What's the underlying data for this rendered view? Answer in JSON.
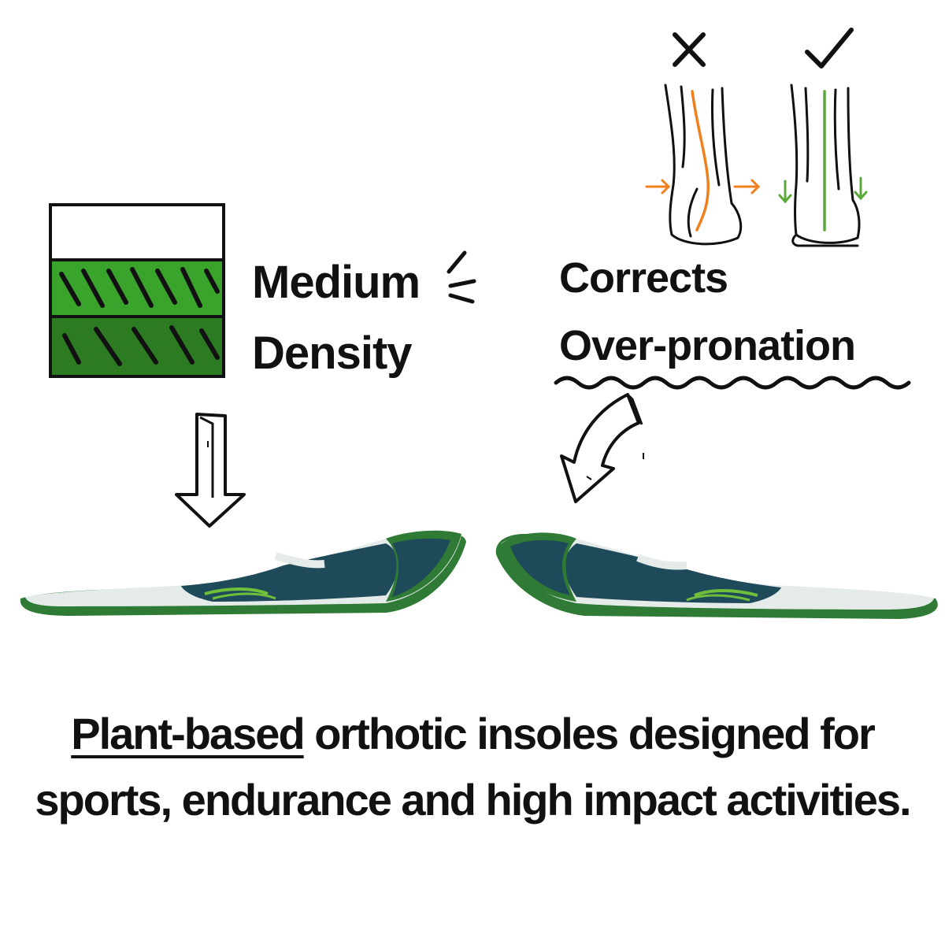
{
  "density": {
    "line1": "Medium",
    "line2": "Density",
    "colors": {
      "top_layer": "#ffffff",
      "middle_layer": "#3aa32c",
      "bottom_layer": "#2c7a22"
    }
  },
  "pronation": {
    "line1": "Corrects",
    "line2": "Over-pronation",
    "wrong_mark": "X",
    "right_mark": "✓",
    "colors": {
      "wrong_line": "#f07f1e",
      "right_line": "#5aaa3a"
    }
  },
  "tagline": {
    "highlight": "Plant-based",
    "line1_rest": " orthotic insoles designed for",
    "line2": "sports, endurance and high impact activities."
  },
  "icons": {
    "density": "layered-foam-icon",
    "down_arrow": "down-arrow-icon",
    "curved_arrow": "curved-arrow-icon",
    "feet": "feet-alignment-icon",
    "insole": "insole-image"
  },
  "colors": {
    "insole_green": "#2f7a34",
    "insole_navy": "#1f4a5a",
    "insole_white": "#e4ebe8"
  }
}
